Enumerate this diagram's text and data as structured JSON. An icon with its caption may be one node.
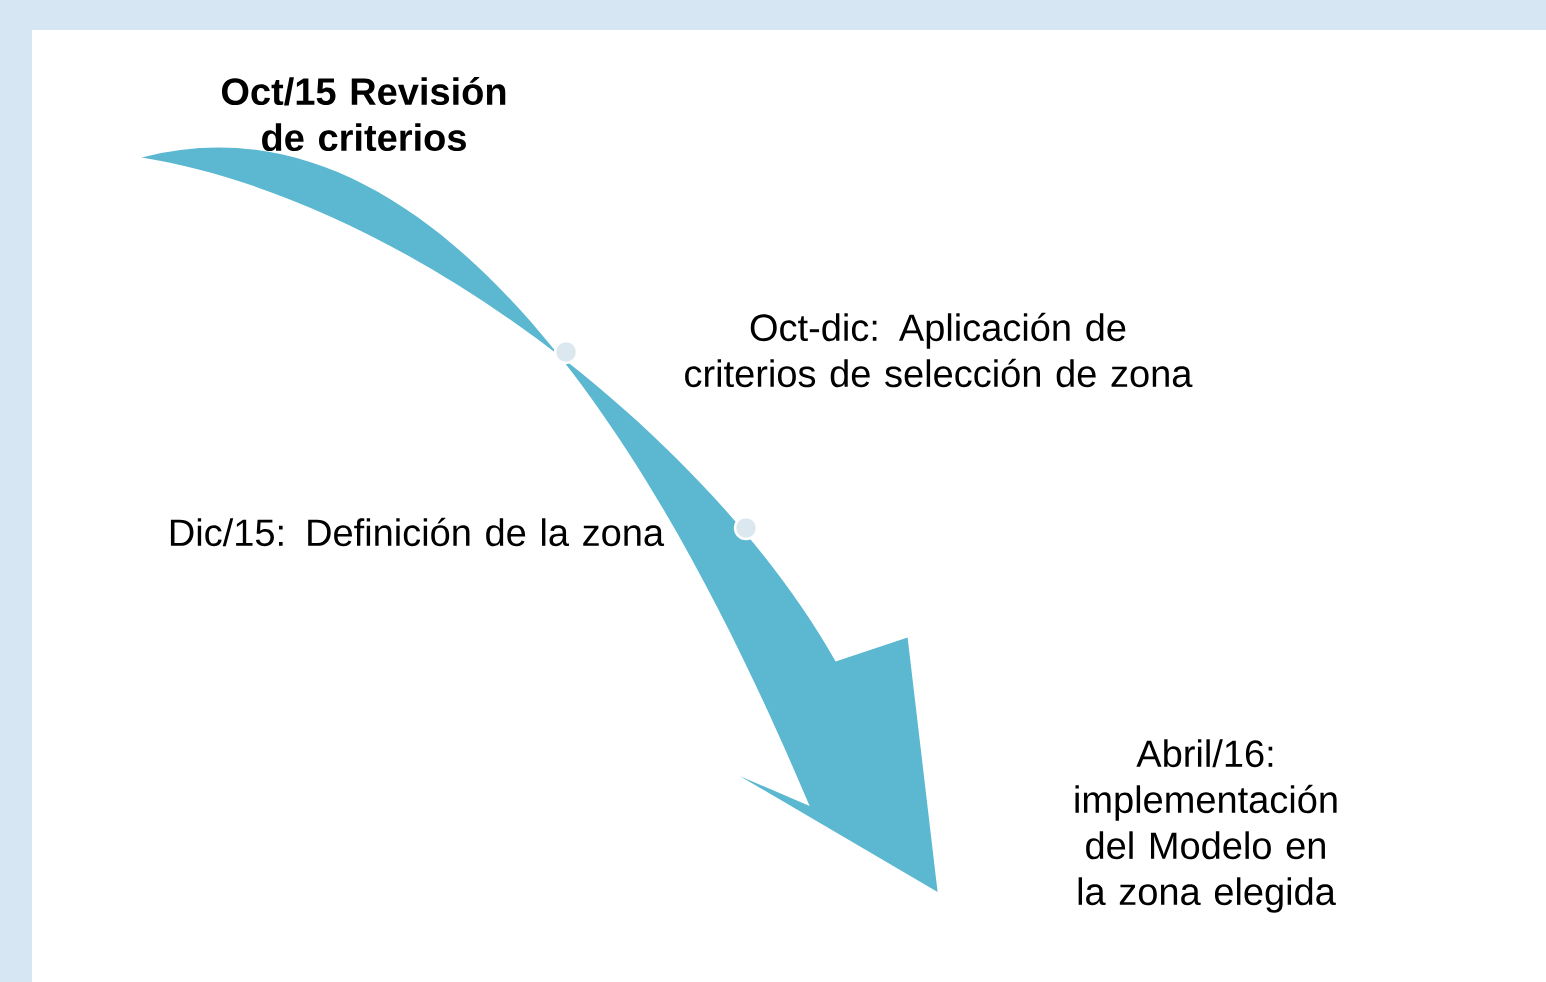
{
  "diagram": {
    "nodes": [
      {
        "text": [
          "Oct/15 Revisión de criterios"
        ]
      },
      {
        "text": [
          "Oct-dic: Aplicación de criterios de selección de zona"
        ]
      },
      {
        "text": [
          "Dic/15: Definición de la zona"
        ]
      },
      {
        "text": [
          "Abril/16: implementación del Modelo en la zona elegida"
        ]
      }
    ],
    "edges": [
      {
        "from": 0,
        "to": 3,
        "arrow": "to"
      }
    ]
  }
}
